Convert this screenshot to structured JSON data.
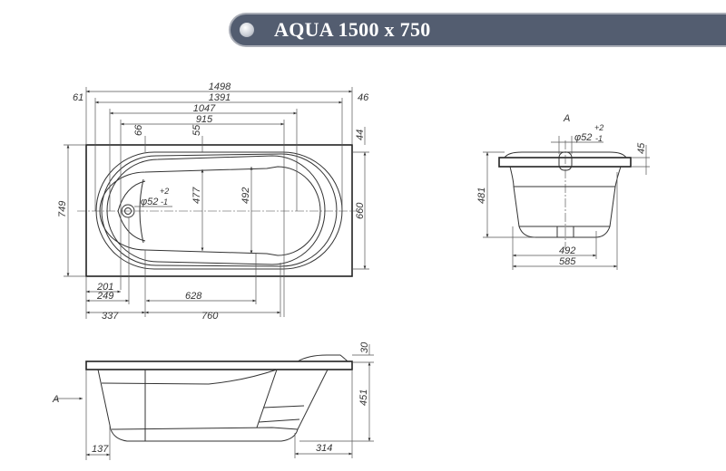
{
  "header": {
    "title": "AQUA  1500 x 750"
  },
  "top_view": {
    "dims": {
      "overall_length": "1498",
      "inner_length": "1391",
      "d1047": "1047",
      "d915": "915",
      "left_offset": "61",
      "right_offset": "46",
      "d66": "66",
      "d55": "55",
      "d44": "44",
      "overall_width": "749",
      "inner_width": "660",
      "d477": "477",
      "d492": "492",
      "d201": "201",
      "d249": "249",
      "d337": "337",
      "d628": "628",
      "d760": "760"
    },
    "drain_label": "φ52",
    "drain_tol_plus": "+2",
    "drain_tol_minus": "-1"
  },
  "end_view": {
    "view_label": "A",
    "drain_label": "φ52",
    "drain_tol_plus": "+2",
    "drain_tol_minus": "-1",
    "dims": {
      "height": "481",
      "rim": "45",
      "bottom_width": "492",
      "width": "585"
    }
  },
  "side_view": {
    "view_label": "A",
    "dims": {
      "rim": "30",
      "height": "451",
      "left": "137",
      "right": "314"
    }
  }
}
